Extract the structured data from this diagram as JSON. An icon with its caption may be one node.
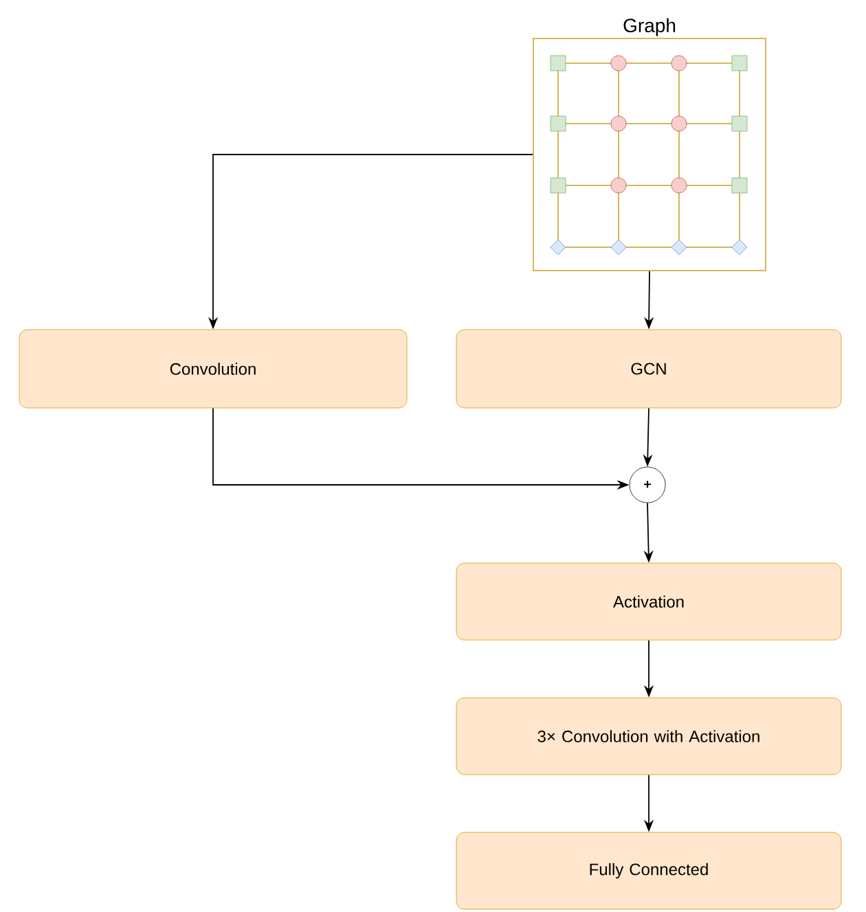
{
  "diagram": {
    "nodes": [
      {
        "text": [
          "Graph"
        ]
      },
      {
        "text": [
          "Convolution"
        ]
      },
      {
        "text": [
          "GCN"
        ]
      },
      {
        "text": [
          "+"
        ]
      },
      {
        "text": [
          "Activation"
        ]
      },
      {
        "text": [
          "3× Convolution with Activation"
        ]
      },
      {
        "text": [
          "Fully Connected"
        ]
      }
    ],
    "edges": [
      {
        "from": 0,
        "to": 1,
        "arrow": "to"
      },
      {
        "from": 0,
        "to": 2,
        "arrow": "to"
      },
      {
        "from": 1,
        "to": 3,
        "arrow": "to"
      },
      {
        "from": 2,
        "to": 3,
        "arrow": "to"
      },
      {
        "from": 3,
        "to": 4,
        "arrow": "to"
      },
      {
        "from": 4,
        "to": 5,
        "arrow": "to"
      },
      {
        "from": 5,
        "to": 6,
        "arrow": "to"
      }
    ]
  }
}
